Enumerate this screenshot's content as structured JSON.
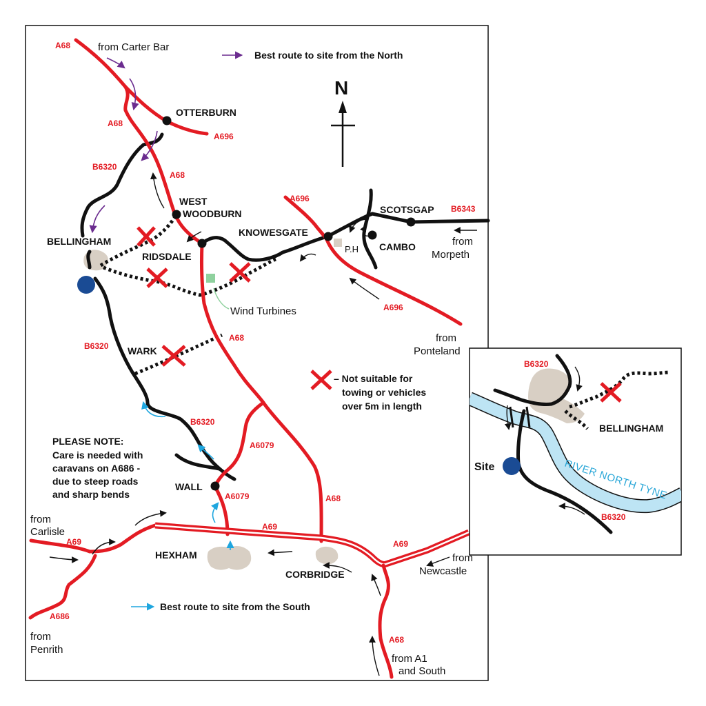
{
  "north": "N",
  "legend": {
    "north_route": "Best route to site from the North",
    "south_route": "Best route to site from the South",
    "not_suitable": [
      "– Not suitable for",
      "towing or vehicles",
      "over 5m in length"
    ],
    "colors": {
      "north_arrow": "#6b2c8f",
      "south_arrow": "#1ea6df",
      "a_road": "#e31b23",
      "b_road": "#111111",
      "site": "#1a4b94",
      "town": "#d8cfc4",
      "wind": "#8fd19e",
      "river": "#bde4f4"
    }
  },
  "places": {
    "otterburn": "OTTERBURN",
    "west_woodburn": [
      "WEST",
      "WOODBURN"
    ],
    "bellingham": "BELLINGHAM",
    "ridsdale": "RIDSDALE",
    "knowesgate": "KNOWESGATE",
    "scotsgap": "SCOTSGAP",
    "cambo": "CAMBO",
    "wark": "WARK",
    "wall": "WALL",
    "hexham": "HEXHAM",
    "corbridge": "CORBRIDGE",
    "ph": "P.H",
    "wind_turbines": "Wind Turbines"
  },
  "origins": {
    "carter_bar": "from Carter Bar",
    "morpeth": [
      "from",
      "Morpeth"
    ],
    "ponteland": [
      "from",
      "Ponteland"
    ],
    "carlisle": [
      "from",
      "Carlisle"
    ],
    "penrith": [
      "from",
      "Penrith"
    ],
    "newcastle": [
      "from",
      "Newcastle"
    ],
    "a1_south": [
      "from A1",
      "and South"
    ]
  },
  "roads": {
    "a68_top": "A68",
    "a68_otterburn": "A68",
    "a696_otterburn": "A696",
    "b6320_top": "B6320",
    "a68_woodburn": "A68",
    "a696_knowesgate": "A696",
    "b6343": "B6343",
    "a696_ponteland": "A696",
    "a68_wark": "A68",
    "b6320_wark": "B6320",
    "b6320_wall": "B6320",
    "a6079_upper": "A6079",
    "a6079_lower": "A6079",
    "a68_corbridge": "A68",
    "a69_hexham": "A69",
    "a69_carlisle": "A69",
    "a69_newcastle": "A69",
    "a686": "A686",
    "a68_bottom": "A68"
  },
  "please_note": [
    "PLEASE NOTE:",
    "Care is needed with",
    "caravans on A686 -",
    "due to steep roads",
    "and sharp bends"
  ],
  "inset": {
    "b6320_top": "B6320",
    "b6320_bottom": "B6320",
    "bellingham": "BELLINGHAM",
    "site": "Site",
    "river": "RIVER NORTH TYNE"
  }
}
